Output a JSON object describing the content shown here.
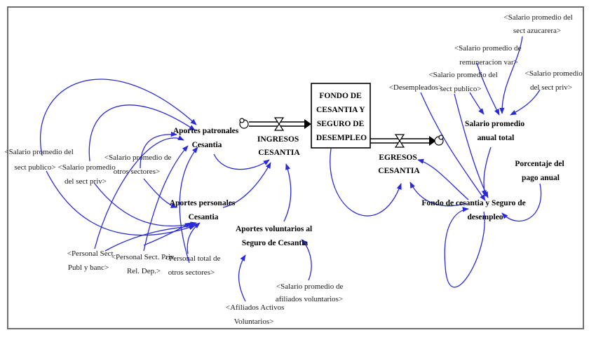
{
  "diagram": {
    "stocks": {
      "fondo": [
        "FONDO DE",
        "CESANTIA Y",
        "SEGURO DE",
        "DESEMPLEO"
      ]
    },
    "flows": {
      "ingresos": [
        "INGRESOS",
        "CESANTIA"
      ],
      "egresos": [
        "EGRESOS",
        "CESANTIA"
      ]
    },
    "auxiliaries": {
      "aportes_patronales": [
        "Aportes patronales",
        "Cesantia"
      ],
      "aportes_personales": [
        "Aportes personales",
        "Cesantia"
      ],
      "aportes_voluntarios": [
        "Aportes voluntarios al",
        "Seguro de Cesantia"
      ],
      "salario_promedio_anual_total": [
        "Salario promedio",
        "anual total"
      ],
      "fondo_cesantia_seguro": [
        "Fondo de cesantia y Seguro de",
        "desempleo"
      ],
      "porcentaje_pago": [
        "Porcentaje del",
        "pago anual"
      ]
    },
    "shadow_variables": {
      "salario_sect_publico": [
        "<Salario promedio del",
        "sect publico>"
      ],
      "salario_sect_priv_left": [
        "<Salario promedio",
        "del sect priv>"
      ],
      "salario_otros_sectores": [
        "<Salario promedio de",
        "otros sectores>"
      ],
      "personal_sect_publ": [
        "<Personal Sect",
        "Publ y banc>"
      ],
      "personal_sect_priv": [
        "<Personal Sect. Priv.",
        "Rel. Dep.>"
      ],
      "personal_total": [
        "<Personal total de",
        "otros sectores>"
      ],
      "afiliados_activos": [
        "<Afiliados Activos",
        "Voluntarios>"
      ],
      "salario_afiliados_voluntarios": [
        "<Salario promedio de",
        "afiliados voluntarios>"
      ],
      "desempleados": [
        "<Desempleados>"
      ],
      "salario_sect_publico_right": [
        "<Salario promedio del",
        "sect publico>"
      ],
      "salario_remuneracion_var": [
        "<Salario promedio de",
        "remuneracion var>"
      ],
      "salario_sect_azucarera": [
        "<Salario promedio del",
        "sect azucarera>"
      ],
      "salario_sect_priv_right": [
        "<Salario promedio",
        "del sect priv>"
      ]
    }
  }
}
